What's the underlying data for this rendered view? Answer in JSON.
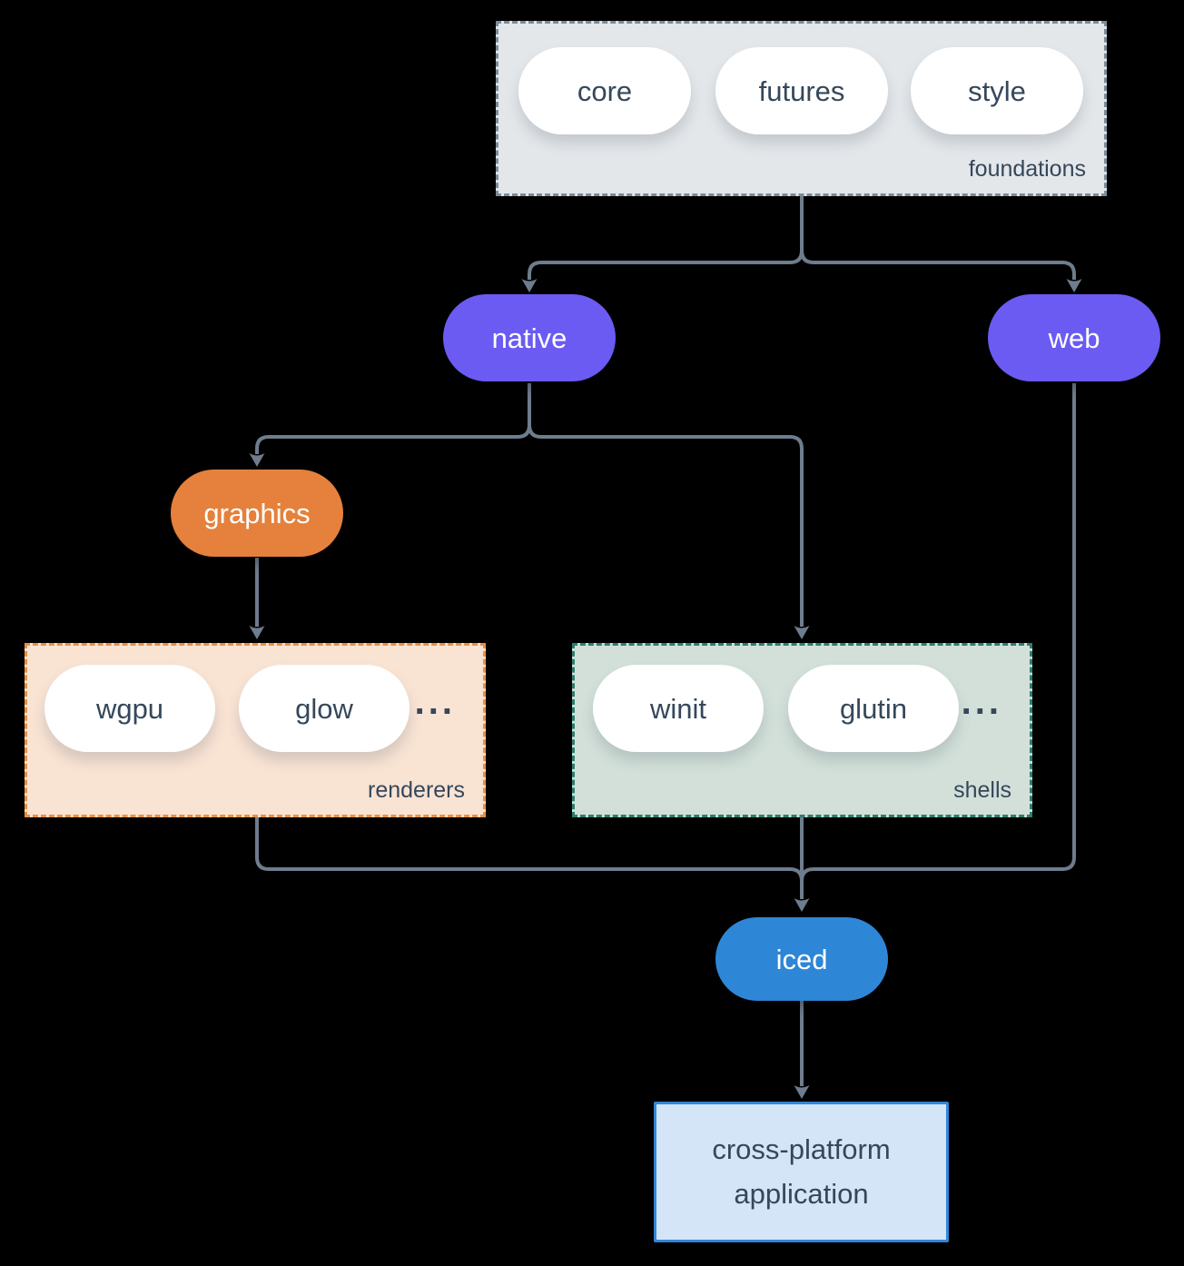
{
  "diagram": {
    "foundations": {
      "label": "foundations",
      "pills": [
        "core",
        "futures",
        "style"
      ]
    },
    "native": {
      "label": "native"
    },
    "web": {
      "label": "web"
    },
    "graphics": {
      "label": "graphics"
    },
    "renderers": {
      "label": "renderers",
      "pills": [
        "wgpu",
        "glow"
      ],
      "more": "..."
    },
    "shells": {
      "label": "shells",
      "pills": [
        "winit",
        "glutin"
      ],
      "more": "..."
    },
    "iced": {
      "label": "iced"
    },
    "application": {
      "label": "cross-platform application"
    }
  },
  "colors": {
    "background": "#000000",
    "connector": "#6e7d8d",
    "foundations_fill": "#e3e7ea",
    "foundations_border": "#7b8b9a",
    "node_purple": "#6b5bf2",
    "node_orange": "#e5813c",
    "node_blue": "#2e86d6",
    "renderers_fill": "#f9e3d3",
    "renderers_border": "#ec8f3e",
    "shells_fill": "#d2e0d9",
    "shells_border": "#2b7f6d",
    "application_fill": "#d4e5f7",
    "application_border": "#3585d8",
    "text_dark": "#35475a",
    "text_light": "#ffffff"
  }
}
